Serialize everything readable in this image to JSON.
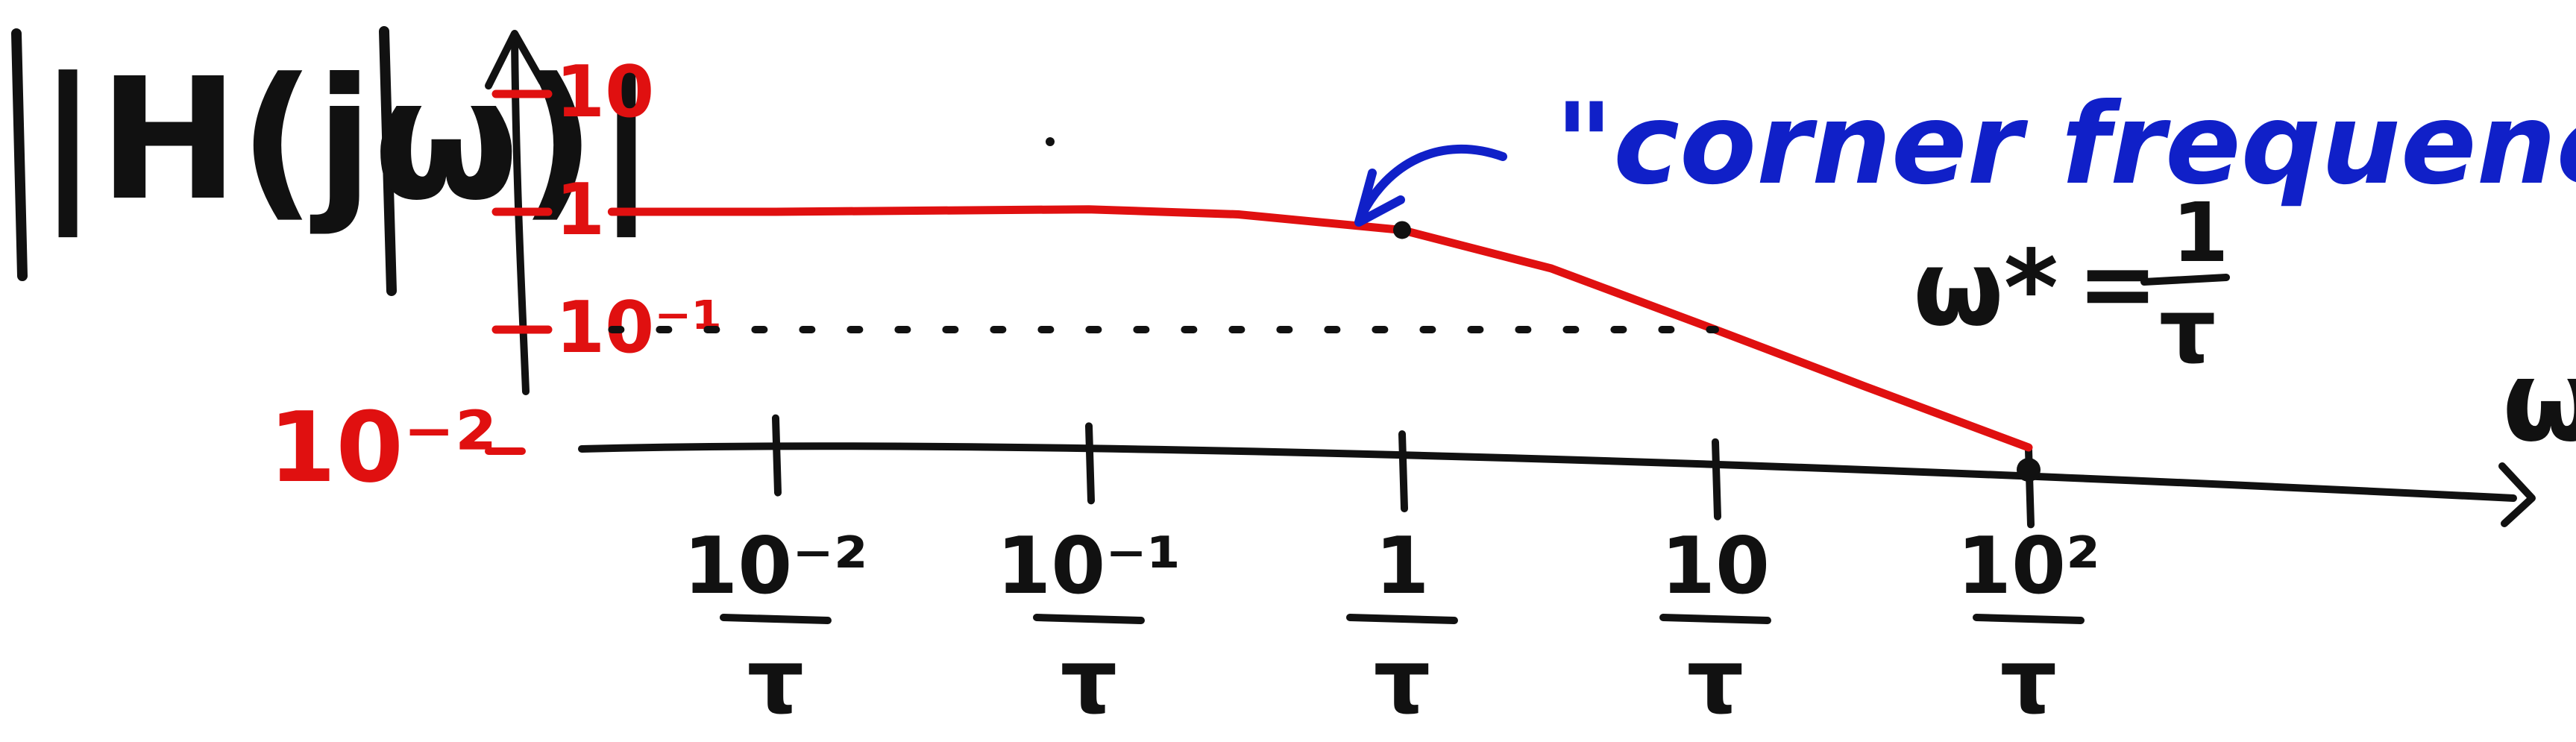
{
  "colors": {
    "ink": "#111111",
    "curve": "#e01010",
    "annotation": "#1020c8"
  },
  "chart_data": {
    "type": "line",
    "scale": "log-log",
    "grid": false,
    "ylabel": "|H(jω)|",
    "xlabel": "ω",
    "y_ticks": [
      {
        "value": 10,
        "label": "10",
        "color": "#e01010"
      },
      {
        "value": 1,
        "label": "1",
        "color": "#e01010"
      },
      {
        "value": 0.1,
        "label": "10⁻¹",
        "color": "#e01010"
      },
      {
        "value": 0.01,
        "label": "10⁻²",
        "color": "#e01010"
      }
    ],
    "x_ticks": [
      {
        "value": 0.01,
        "numerator": "10⁻²",
        "denominator": "τ"
      },
      {
        "value": 0.1,
        "numerator": "10⁻¹",
        "denominator": "τ"
      },
      {
        "value": 1,
        "numerator": "1",
        "denominator": "τ"
      },
      {
        "value": 10,
        "numerator": "10",
        "denominator": "τ"
      },
      {
        "value": 100,
        "numerator": "10²",
        "denominator": "τ"
      }
    ],
    "series": [
      {
        "color": "#e01010",
        "points": [
          {
            "x": 0.003,
            "y": 1
          },
          {
            "x": 0.01,
            "y": 1
          },
          {
            "x": 0.1,
            "y": 1.05
          },
          {
            "x": 0.3,
            "y": 0.95
          },
          {
            "x": 1,
            "y": 0.7
          },
          {
            "x": 3,
            "y": 0.33
          },
          {
            "x": 10,
            "y": 0.1
          },
          {
            "x": 30,
            "y": 0.033
          },
          {
            "x": 100,
            "y": 0.01
          }
        ]
      },
      {
        "color": "#111111",
        "style": "dotted",
        "points": [
          {
            "x": 0.003,
            "y": 0.1
          },
          {
            "x": 10,
            "y": 0.1
          }
        ]
      }
    ],
    "annotations": [
      {
        "text": "\"corner frequency\"",
        "color": "#1020c8",
        "points_to": {
          "x": 1,
          "y": 0.7
        }
      },
      {
        "text": "ω* = 1/τ",
        "numerator": "1",
        "denominator": "τ",
        "symbol": "ω*",
        "color": "#111111"
      }
    ]
  }
}
